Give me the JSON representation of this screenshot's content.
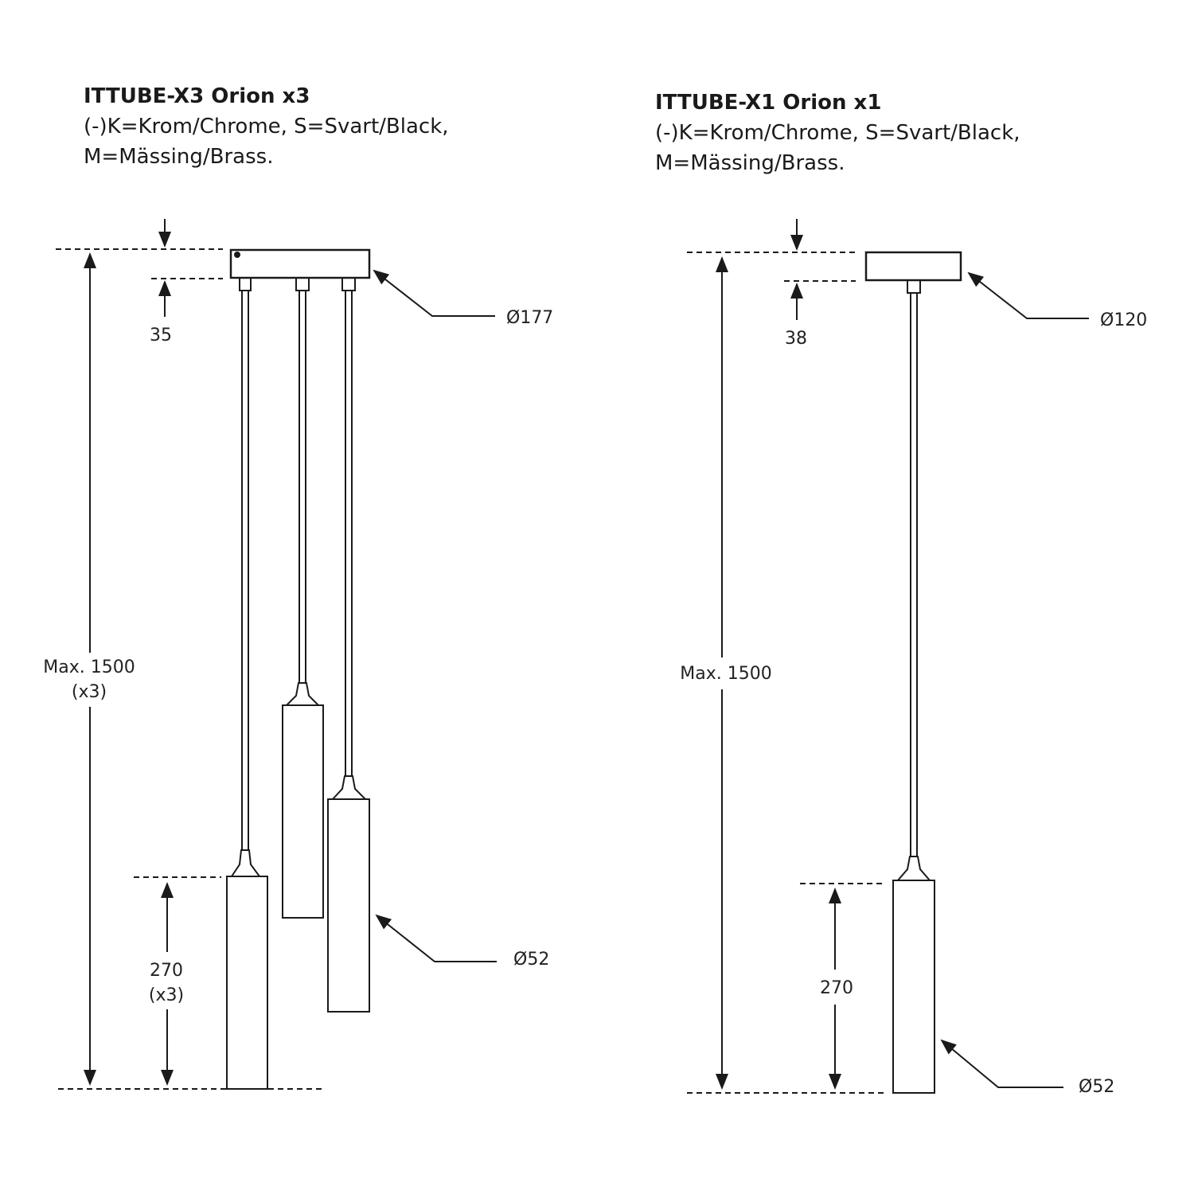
{
  "left": {
    "title": "ITTUBE-X3 Orion x3",
    "line1": "(-)K=Krom/Chrome, S=Svart/Black,",
    "line2": "M=Mässing/Brass.",
    "dim_canopy_height": "35",
    "dim_canopy_diameter": "Ø177",
    "dim_max_length": "Max. 1500",
    "dim_max_length_note": "(x3)",
    "dim_tube_length": "270",
    "dim_tube_length_note": "(x3)",
    "dim_tube_diameter": "Ø52"
  },
  "right": {
    "title": "ITTUBE-X1 Orion x1",
    "line1": "(-)K=Krom/Chrome, S=Svart/Black,",
    "line2": "M=Mässing/Brass.",
    "dim_canopy_height": "38",
    "dim_canopy_diameter": "Ø120",
    "dim_max_length": "Max. 1500",
    "dim_tube_length": "270",
    "dim_tube_diameter": "Ø52"
  },
  "colors": {
    "line": "#1a1a1a",
    "background": "#ffffff"
  }
}
